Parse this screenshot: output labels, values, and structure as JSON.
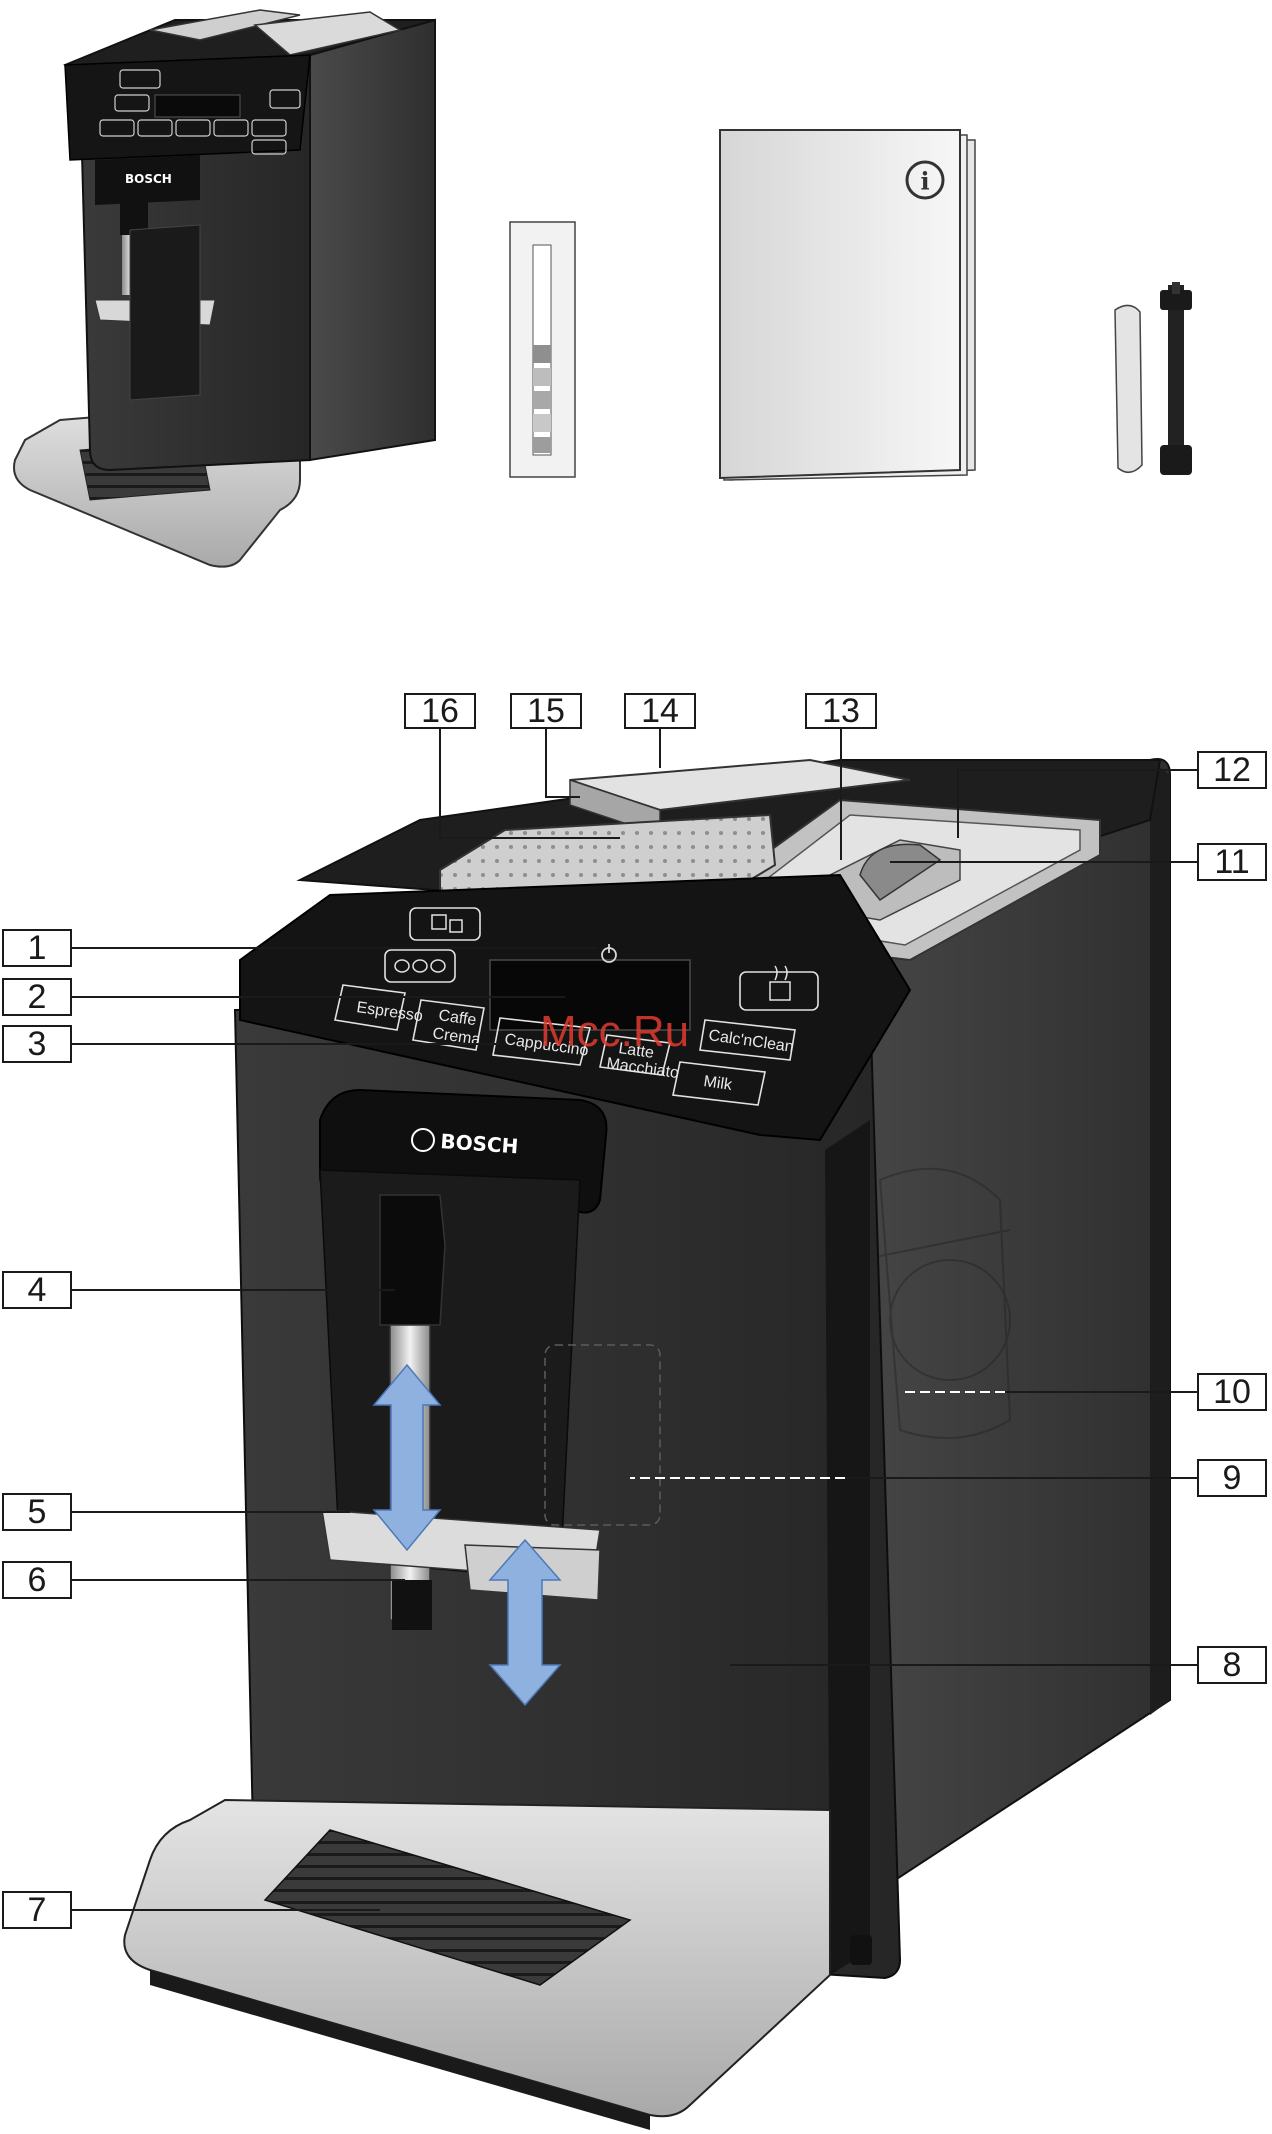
{
  "brand": "BOSCH",
  "watermark": "Mcc.Ru",
  "info_glyph": "i",
  "small_panel": {
    "buttons": [
      "Espresso",
      "Caffe Crema",
      "Cappuccino",
      "Latte Macchiato",
      "Calc'nClean",
      "Milk"
    ]
  },
  "panel": {
    "espresso": "Espresso",
    "caffe": "Caffe",
    "crema": "Crema",
    "cappuccino": "Cappuccino",
    "latte": "Latte",
    "macchiato": "Macchiato",
    "calc": "Calc'nClean",
    "milk": "Milk"
  },
  "callouts": [
    "1",
    "2",
    "3",
    "4",
    "5",
    "6",
    "7",
    "8",
    "9",
    "10",
    "11",
    "12",
    "13",
    "14",
    "15",
    "16"
  ],
  "colors": {
    "body": "#2e2e2e",
    "body_dark": "#1c1c1c",
    "steel": "#c9c9c9",
    "arrow": "#8fb1e0",
    "watermark": "#e23b2e"
  },
  "icons": [
    "cup-icon",
    "triple-bean-icon",
    "power-icon",
    "steam-icon",
    "info-icon"
  ]
}
